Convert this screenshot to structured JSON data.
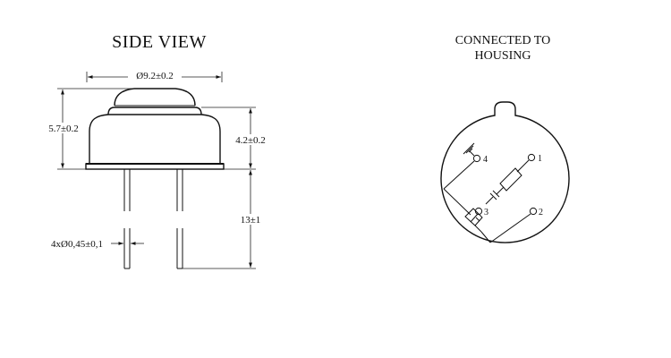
{
  "side_view": {
    "title": "SIDE VIEW",
    "dim_diameter": "Ø9.2±0.2",
    "dim_height_total": "5.7±0.2",
    "dim_height_body": "4.2±0.2",
    "dim_lead_length": "13±1",
    "dim_lead_diameter": "4xØ0,45±0,1"
  },
  "bottom_view": {
    "title_line1": "CONNECTED TO",
    "title_line2": "HOUSING",
    "pins": [
      {
        "label": "4"
      },
      {
        "label": "1"
      },
      {
        "label": "3"
      },
      {
        "label": "2"
      }
    ]
  }
}
